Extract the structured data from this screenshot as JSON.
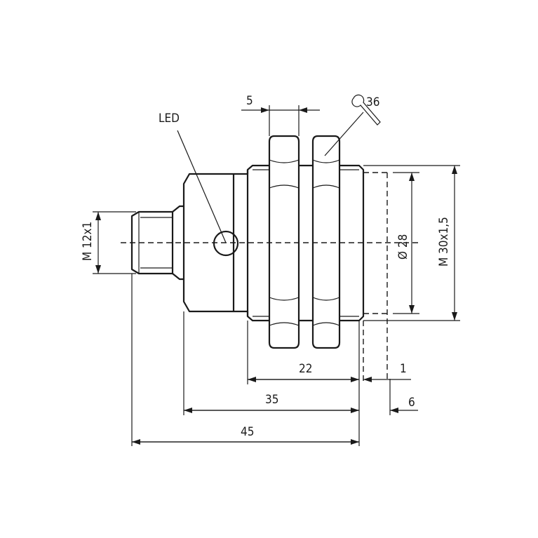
{
  "labels": {
    "led": "LED",
    "wrench_size": "36",
    "nut_width": "5",
    "thread_m12": "M 12x1",
    "dia_28": "Ø 28",
    "thread_m30": "M 30x1,5",
    "dim_22": "22",
    "dim_1": "1",
    "dim_35": "35",
    "dim_6": "6",
    "dim_45": "45"
  }
}
